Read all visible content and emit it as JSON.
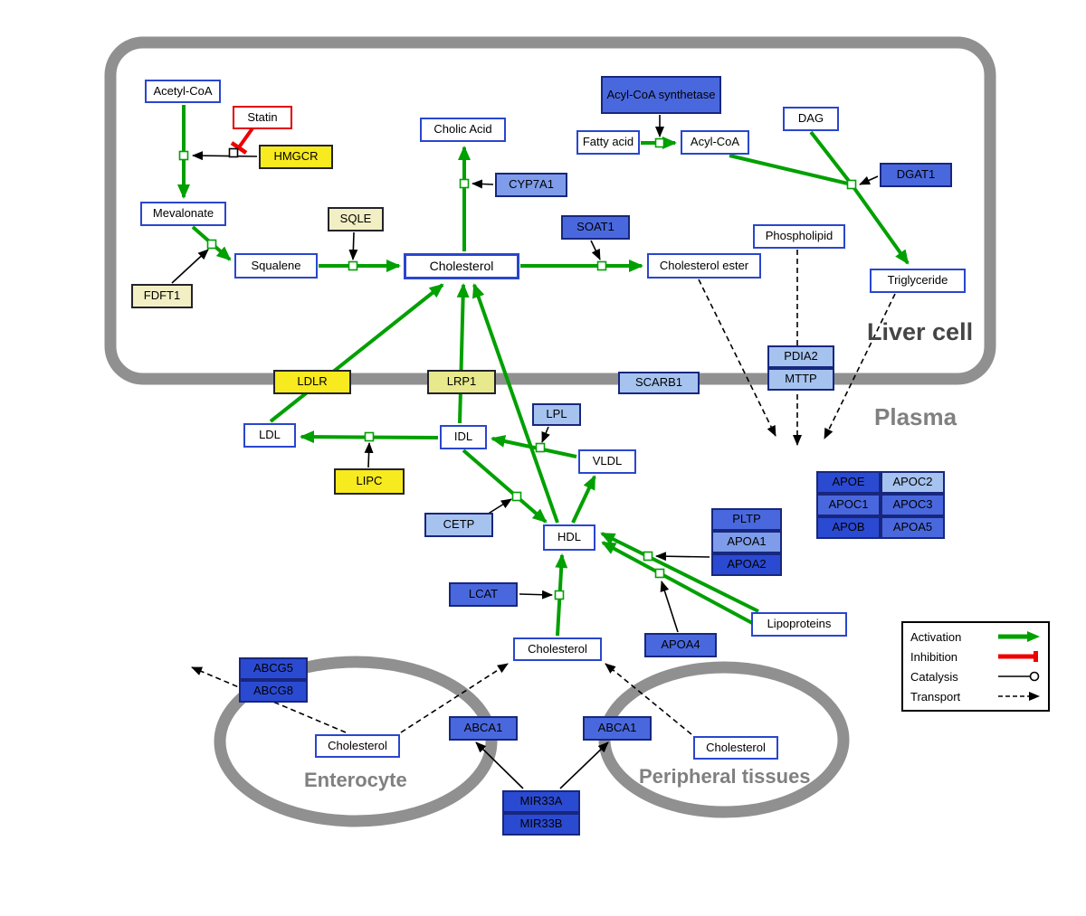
{
  "compartments": {
    "liver": {
      "label": "Liver cell"
    },
    "plasma": {
      "label": "Plasma"
    },
    "enterocyte": {
      "label": "Enterocyte"
    },
    "peripheral": {
      "label": "Peripheral tissues"
    }
  },
  "nodes": {
    "acetyl_coa": {
      "label": "Acetyl-CoA",
      "type": "metabolite"
    },
    "statin": {
      "label": "Statin",
      "type": "drug"
    },
    "hmgcr": {
      "label": "HMGCR",
      "type": "gene"
    },
    "cholic_acid": {
      "label": "Cholic Acid",
      "type": "metabolite"
    },
    "acyl_coa_synthetase": {
      "label": "Acyl-CoA synthetase",
      "type": "gene"
    },
    "fatty_acid": {
      "label": "Fatty acid",
      "type": "metabolite"
    },
    "acyl_coa": {
      "label": "Acyl-CoA",
      "type": "metabolite"
    },
    "dag": {
      "label": "DAG",
      "type": "metabolite"
    },
    "dgat1": {
      "label": "DGAT1",
      "type": "gene"
    },
    "mevalonate": {
      "label": "Mevalonate",
      "type": "metabolite"
    },
    "sqle": {
      "label": "SQLE",
      "type": "gene"
    },
    "cyp7a1": {
      "label": "CYP7A1",
      "type": "gene"
    },
    "soat1": {
      "label": "SOAT1",
      "type": "gene"
    },
    "squalene": {
      "label": "Squalene",
      "type": "metabolite"
    },
    "cholesterol_liver": {
      "label": "Cholesterol",
      "type": "metabolite"
    },
    "cholesterol_ester": {
      "label": "Cholesterol ester",
      "type": "metabolite"
    },
    "phospholipid": {
      "label": "Phospholipid",
      "type": "metabolite"
    },
    "triglyceride": {
      "label": "Triglyceride",
      "type": "metabolite"
    },
    "fdft1": {
      "label": "FDFT1",
      "type": "gene"
    },
    "ldlr": {
      "label": "LDLR",
      "type": "gene"
    },
    "lrp1": {
      "label": "LRP1",
      "type": "gene"
    },
    "scarb1": {
      "label": "SCARB1",
      "type": "gene"
    },
    "pdia2": {
      "label": "PDIA2",
      "type": "gene"
    },
    "mttp": {
      "label": "MTTP",
      "type": "gene"
    },
    "ldl": {
      "label": "LDL",
      "type": "metabolite"
    },
    "idl": {
      "label": "IDL",
      "type": "metabolite"
    },
    "lpl": {
      "label": "LPL",
      "type": "gene"
    },
    "vldl": {
      "label": "VLDL",
      "type": "metabolite"
    },
    "lipc": {
      "label": "LIPC",
      "type": "gene"
    },
    "cetp": {
      "label": "CETP",
      "type": "gene"
    },
    "hdl": {
      "label": "HDL",
      "type": "metabolite"
    },
    "pltp": {
      "label": "PLTP",
      "type": "gene"
    },
    "apoa1": {
      "label": "APOA1",
      "type": "gene"
    },
    "apoa2": {
      "label": "APOA2",
      "type": "gene"
    },
    "apoe": {
      "label": "APOE",
      "type": "gene"
    },
    "apoc2": {
      "label": "APOC2",
      "type": "gene"
    },
    "apoc1": {
      "label": "APOC1",
      "type": "gene"
    },
    "apoc3": {
      "label": "APOC3",
      "type": "gene"
    },
    "apob": {
      "label": "APOB",
      "type": "gene"
    },
    "apoa5": {
      "label": "APOA5",
      "type": "gene"
    },
    "lcat": {
      "label": "LCAT",
      "type": "gene"
    },
    "apoa4": {
      "label": "APOA4",
      "type": "gene"
    },
    "lipoproteins": {
      "label": "Lipoproteins",
      "type": "metabolite"
    },
    "cholesterol_plasma": {
      "label": "Cholesterol",
      "type": "metabolite"
    },
    "abcg5": {
      "label": "ABCG5",
      "type": "gene"
    },
    "abcg8": {
      "label": "ABCG8",
      "type": "gene"
    },
    "cholesterol_enterocyte": {
      "label": "Cholesterol",
      "type": "metabolite"
    },
    "abca1_enterocyte": {
      "label": "ABCA1",
      "type": "gene"
    },
    "abca1_peripheral": {
      "label": "ABCA1",
      "type": "gene"
    },
    "cholesterol_peripheral": {
      "label": "Cholesterol",
      "type": "metabolite"
    },
    "mir33a": {
      "label": "MIR33A",
      "type": "gene"
    },
    "mir33b": {
      "label": "MIR33B",
      "type": "gene"
    }
  },
  "legend": {
    "activation": "Activation",
    "inhibition": "Inhibition",
    "catalysis": "Catalysis",
    "transport": "Transport"
  },
  "colors": {
    "activation": "#00A000",
    "inhibition": "#EE0000",
    "catalysis": "#000000",
    "transport": "#000000",
    "membrane": "#909090",
    "metabolite_border": "#2946CE",
    "gene_yellow": "#F7EA1E",
    "gene_blue_dark": "#2B4AD2",
    "gene_blue_light": "#A6C3EF"
  }
}
